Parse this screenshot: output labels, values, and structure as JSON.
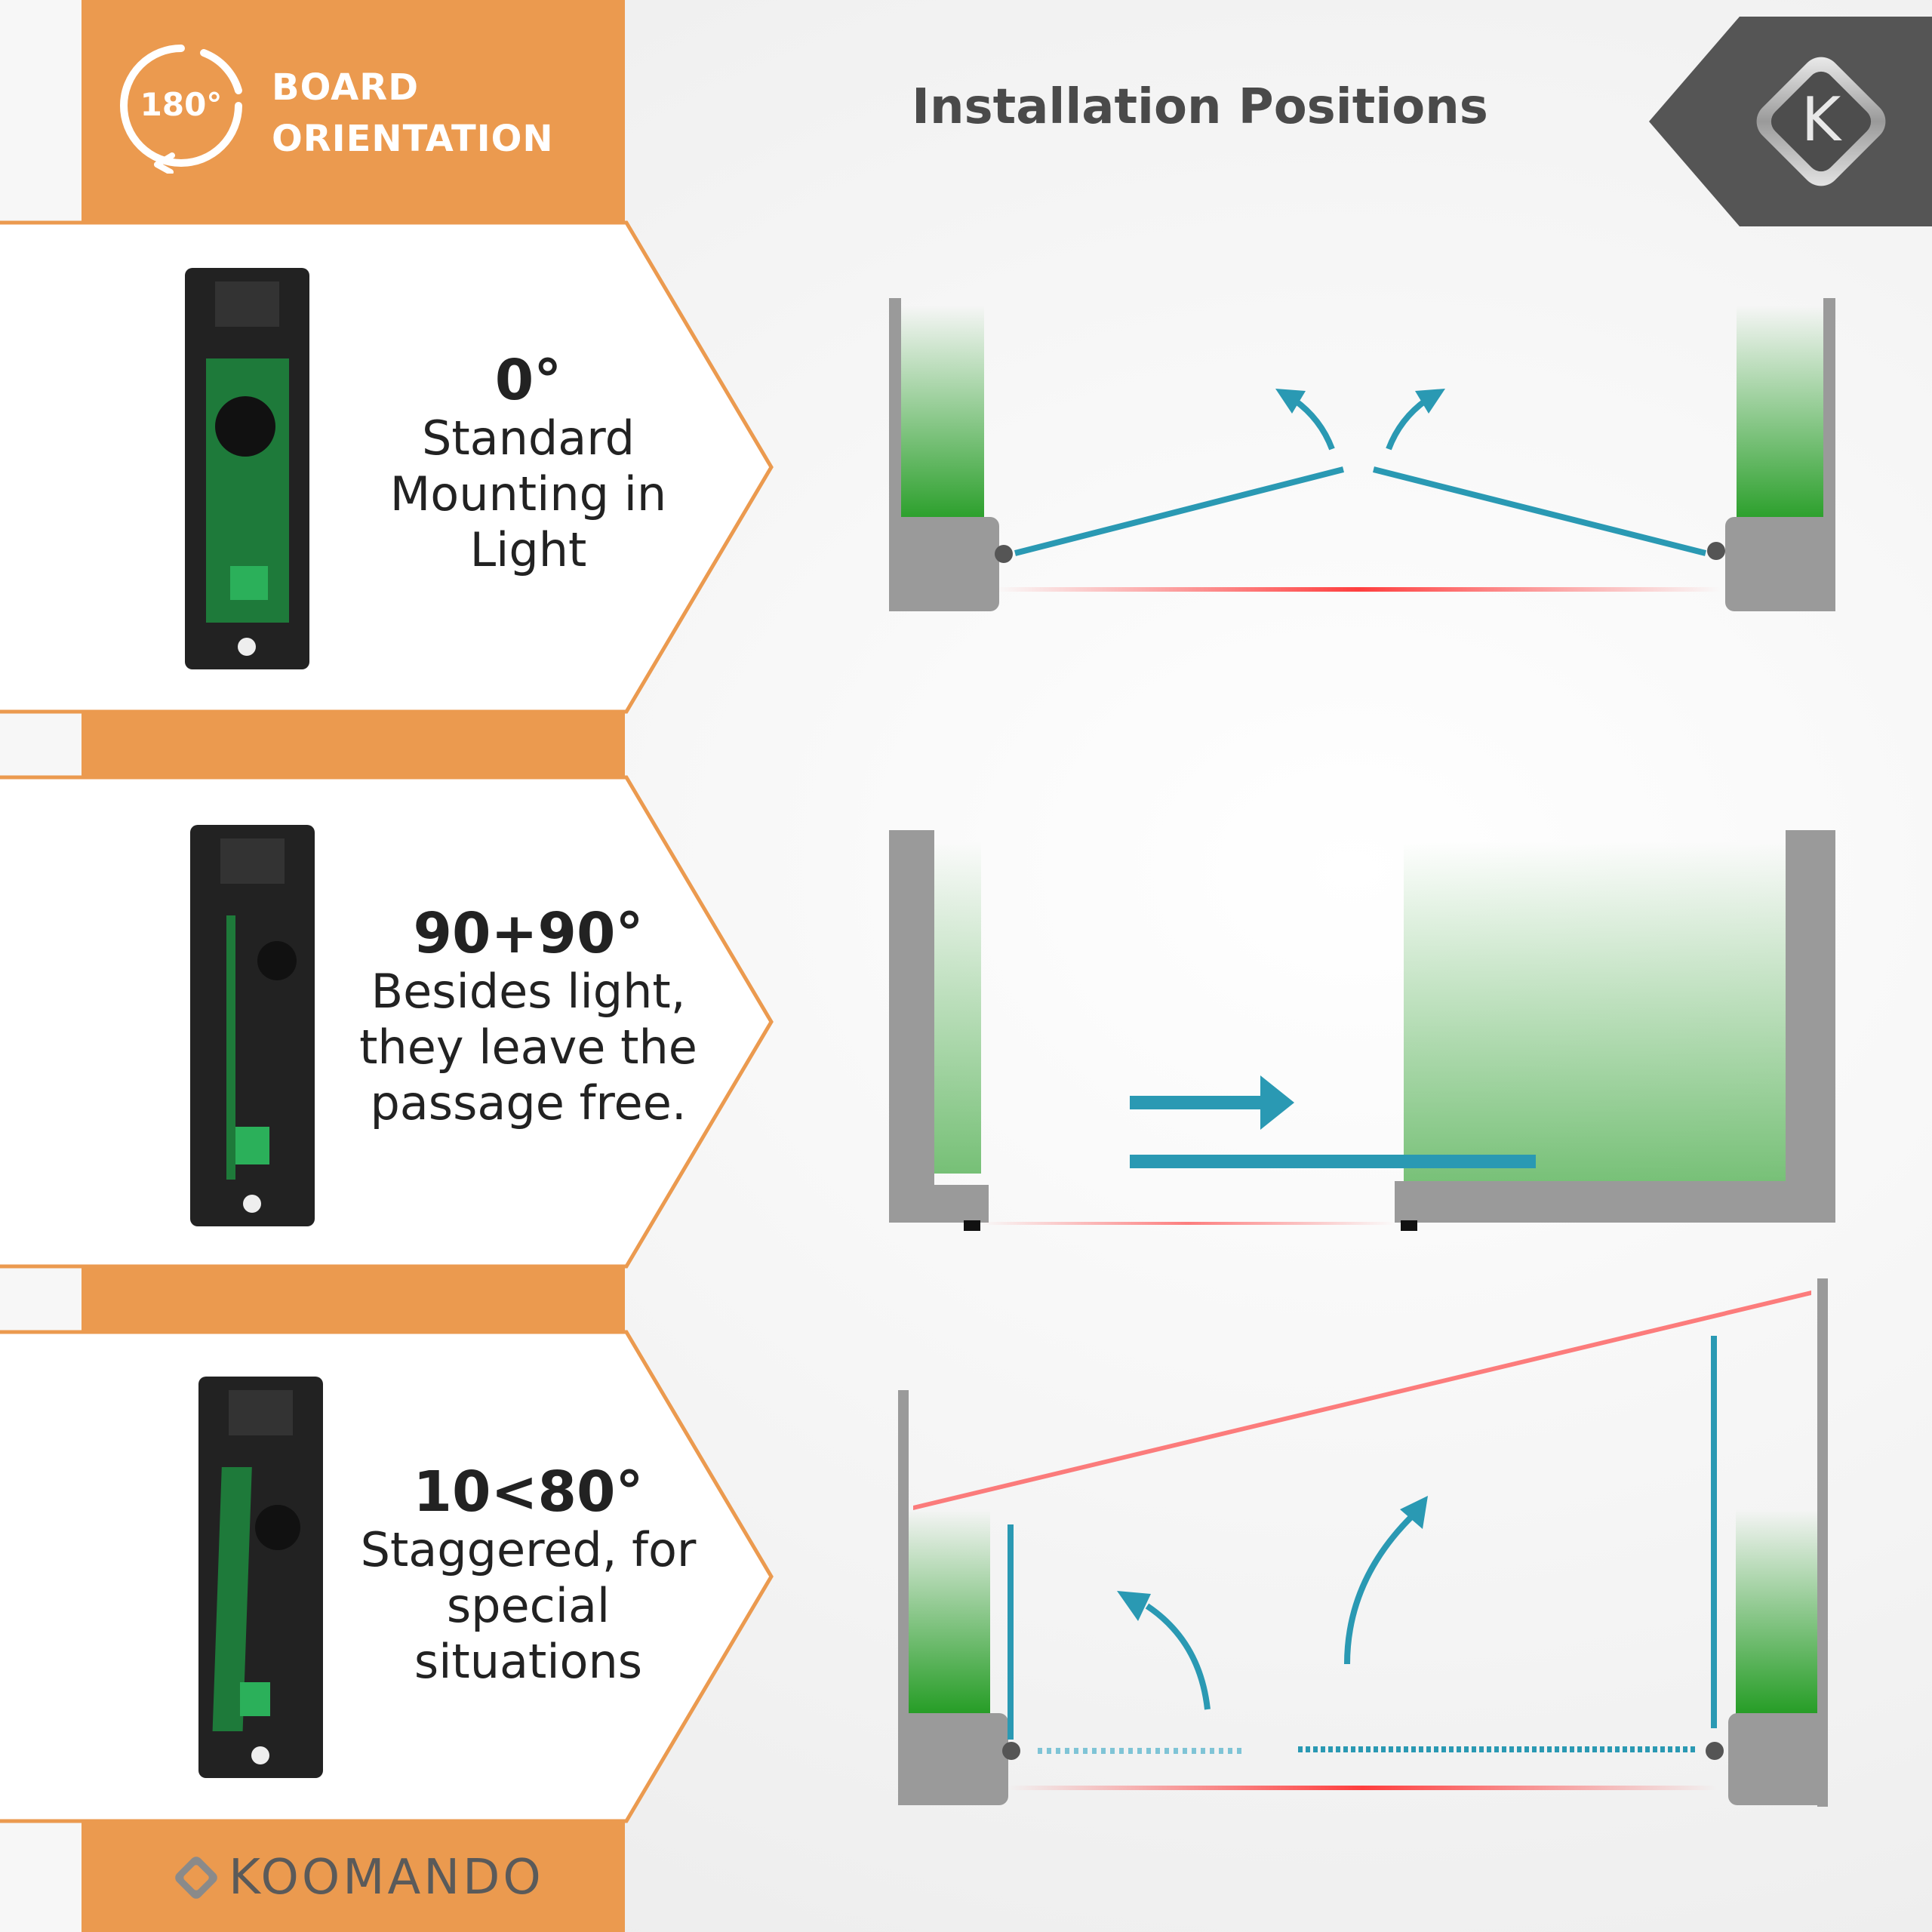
{
  "header": {
    "badge_text": "180°",
    "title_line1": "BOARD",
    "title_line2": "ORIENTATION"
  },
  "page_title": "Installation Positions",
  "logo_letter": "K",
  "panels": [
    {
      "degree": "0°",
      "description_lines": [
        "Standard",
        "Mounting in",
        "Light"
      ]
    },
    {
      "degree": "90+90°",
      "description_lines": [
        "Besides light,",
        "they leave the",
        "passage free."
      ]
    },
    {
      "degree": "10<80°",
      "description_lines": [
        "Staggered, for",
        "special",
        "situations"
      ]
    }
  ],
  "brand": "KOOMANDO",
  "colors": {
    "orange": "#eb9a4f",
    "teal": "#2a99b3",
    "green": "#1f9a1f",
    "red_beam": "#ff2a2a",
    "gray_frame": "#9a9a9a",
    "title_gray": "#4a4a4a"
  },
  "icons": {
    "badge": "rotate-180-icon",
    "logo": "k-diamond-logo",
    "brand_mark": "diamond-icon"
  }
}
